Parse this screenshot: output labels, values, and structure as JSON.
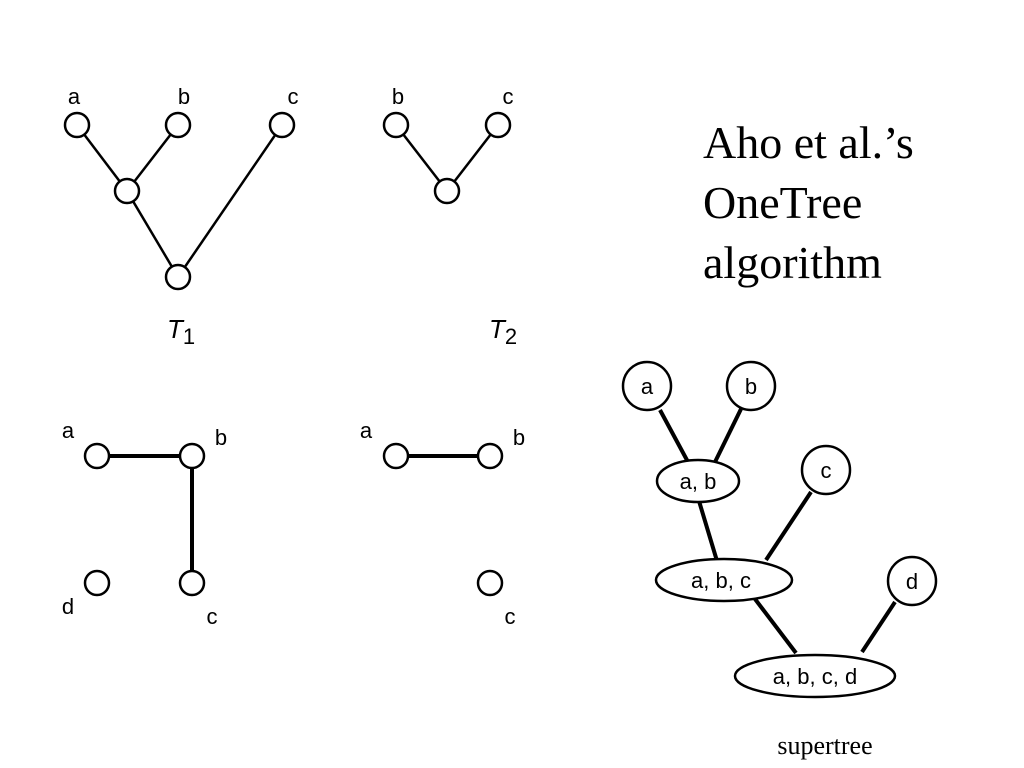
{
  "title": {
    "line1": "Aho et al.’s",
    "line2": "OneTree",
    "line3": "algorithm"
  },
  "tree1": {
    "leaves": [
      "a",
      "b",
      "c"
    ],
    "label_base": "T",
    "label_sub": "1"
  },
  "tree2": {
    "leaves": [
      "b",
      "c"
    ],
    "label_base": "T",
    "label_sub": "2"
  },
  "graph1": {
    "nodes": [
      "a",
      "b",
      "c",
      "d"
    ]
  },
  "graph2": {
    "nodes": [
      "a",
      "b",
      "c"
    ]
  },
  "supertree": {
    "leaves": [
      "a",
      "b",
      "c",
      "d"
    ],
    "internal": [
      "a, b",
      "a, b, c",
      "a, b, c, d"
    ],
    "caption": "supertree"
  }
}
